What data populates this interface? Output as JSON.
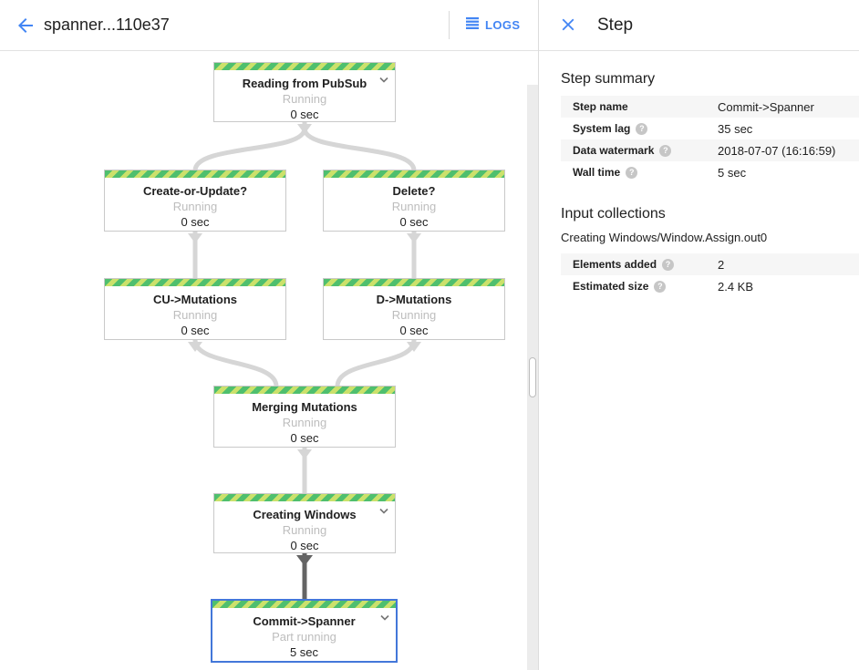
{
  "topbar": {
    "title": "spanner...110e37",
    "logs_label": "LOGS"
  },
  "panel": {
    "title": "Step",
    "step_summary": {
      "heading": "Step summary",
      "rows": [
        {
          "label": "Step name",
          "value": "Commit->Spanner"
        },
        {
          "label": "System lag",
          "value": "35 sec"
        },
        {
          "label": "Data watermark",
          "value": "2018-07-07 (16:16:59)"
        },
        {
          "label": "Wall time",
          "value": "5 sec"
        }
      ]
    },
    "input_collections": {
      "heading": "Input collections",
      "collection_name": "Creating Windows/Window.Assign.out0",
      "rows": [
        {
          "label": "Elements added",
          "value": "2"
        },
        {
          "label": "Estimated size",
          "value": "2.4 KB"
        }
      ]
    }
  },
  "graph": {
    "nodes": [
      {
        "title": "Reading from PubSub",
        "status": "Running",
        "time": "0 sec"
      },
      {
        "title": "Create-or-Update?",
        "status": "Running",
        "time": "0 sec"
      },
      {
        "title": "Delete?",
        "status": "Running",
        "time": "0 sec"
      },
      {
        "title": "CU->Mutations",
        "status": "Running",
        "time": "0 sec"
      },
      {
        "title": "D->Mutations",
        "status": "Running",
        "time": "0 sec"
      },
      {
        "title": "Merging Mutations",
        "status": "Running",
        "time": "0 sec"
      },
      {
        "title": "Creating Windows",
        "status": "Running",
        "time": "0 sec"
      },
      {
        "title": "Commit->Spanner",
        "status": "Part running",
        "time": "5 sec"
      }
    ]
  },
  "icons": {
    "back_icon": "arrow-left",
    "logs_icon": "list-lines",
    "close_icon": "x",
    "chevron_icon": "chevron-down",
    "help_icon": "?"
  },
  "colors": {
    "accent_blue": "#4285f4",
    "selected_border": "#4377d9",
    "stripe_green": "#4fbf6e",
    "stripe_yellow_green": "#cbe16b",
    "status_gray": "#bdbdbd",
    "edge_gray": "#d6d6d6",
    "edge_dark": "#646464",
    "row_alt_bg": "#f6f6f6"
  }
}
